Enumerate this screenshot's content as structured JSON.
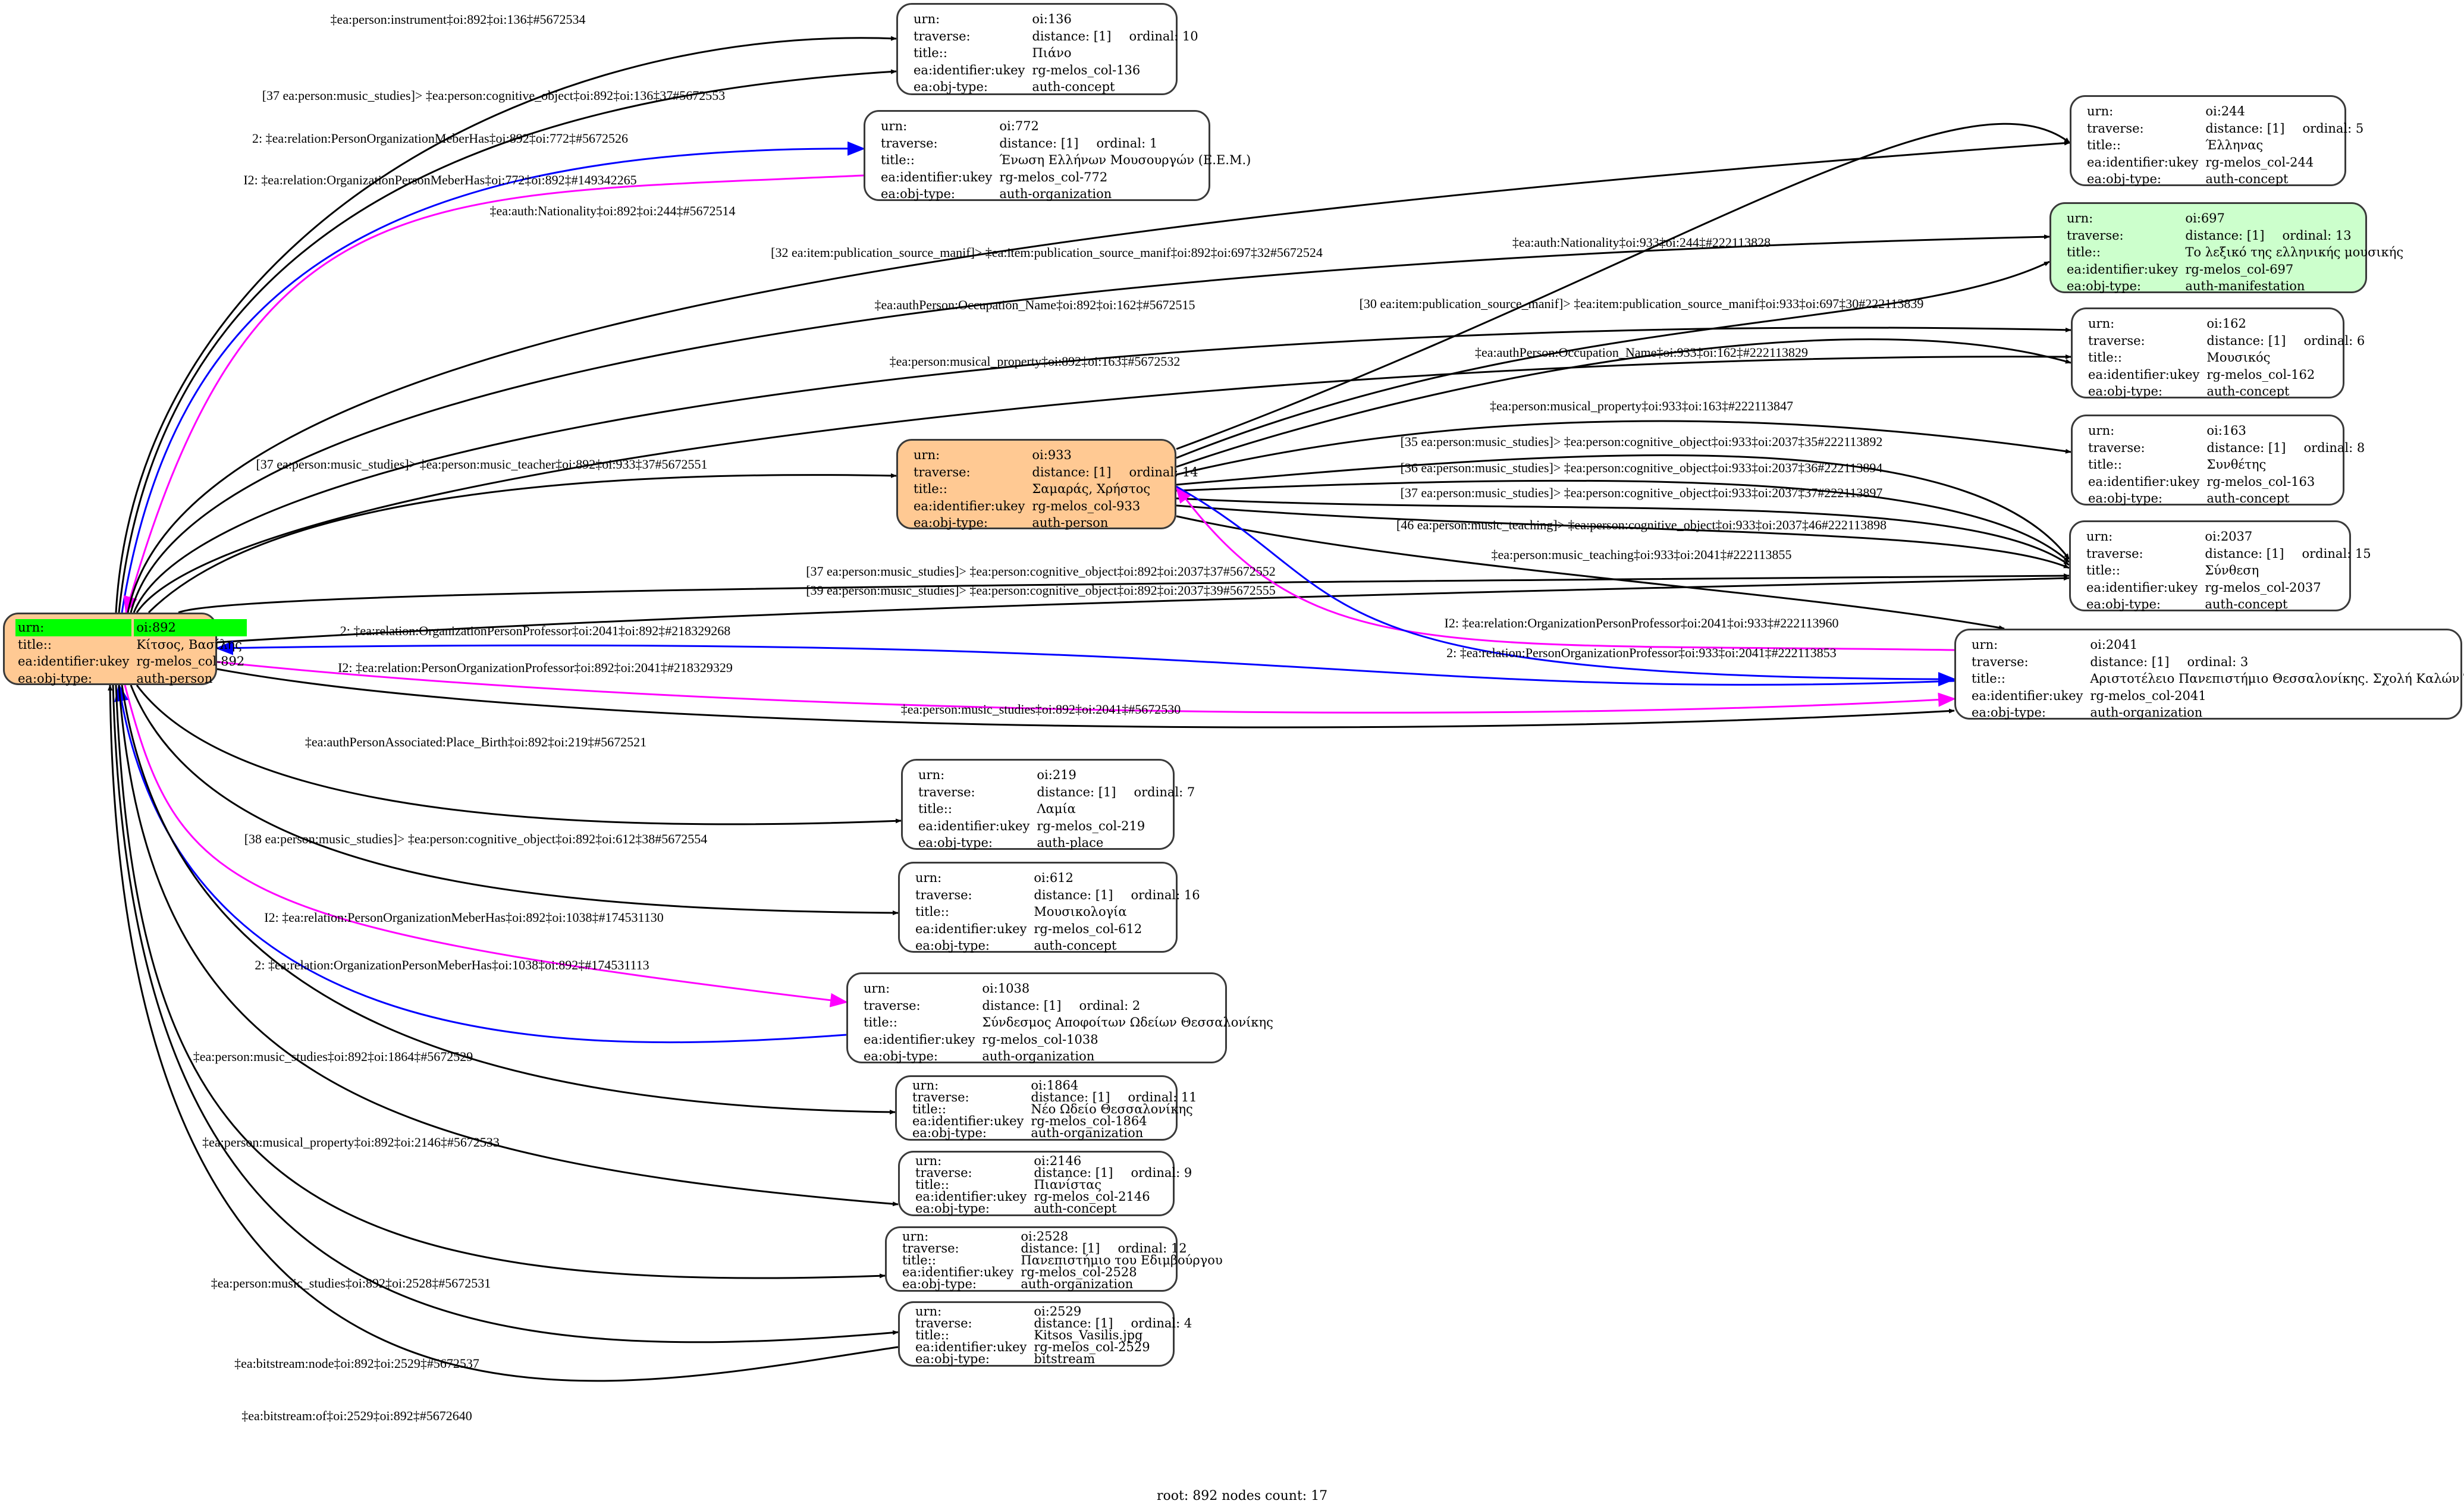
{
  "labels": {
    "urn": "urn:",
    "traverse": "traverse:",
    "title": "title::",
    "ukey": "ea:identifier:ukey",
    "objtype": "ea:obj-type:"
  },
  "colors": {
    "person_fill": "#ffc993",
    "manifestation_fill": "#ccffcc",
    "root_highlight": "#00ff00",
    "edge_default": "#000000",
    "edge_blue": "#0000ff",
    "edge_magenta": "#ff00ff"
  },
  "root_node": {
    "id": "892",
    "urn": "oi:892",
    "title": "Κίτσος, Βασίλης",
    "ukey": "rg-melos_col-892",
    "objtype": "auth-person"
  },
  "nodes": [
    {
      "id": "136",
      "urn": "oi:136",
      "distance": "distance: [1]",
      "ordinal": "ordinal: 10",
      "title": "Πιάνο",
      "ukey": "rg-melos_col-136",
      "objtype": "auth-concept",
      "kind": "plain"
    },
    {
      "id": "772",
      "urn": "oi:772",
      "distance": "distance: [1]",
      "ordinal": "ordinal: 1",
      "title": "Ένωση Ελλήνων Μουσουργών (Ε.Ε.Μ.)",
      "ukey": "rg-melos_col-772",
      "objtype": "auth-organization",
      "kind": "plain"
    },
    {
      "id": "244",
      "urn": "oi:244",
      "distance": "distance: [1]",
      "ordinal": "ordinal: 5",
      "title": "Έλληνας",
      "ukey": "rg-melos_col-244",
      "objtype": "auth-concept",
      "kind": "plain"
    },
    {
      "id": "697",
      "urn": "oi:697",
      "distance": "distance: [1]",
      "ordinal": "ordinal: 13",
      "title": "Το λεξικό της ελληνικής μουσικής",
      "ukey": "rg-melos_col-697",
      "objtype": "auth-manifestation",
      "kind": "manifest"
    },
    {
      "id": "162",
      "urn": "oi:162",
      "distance": "distance: [1]",
      "ordinal": "ordinal: 6",
      "title": "Μουσικός",
      "ukey": "rg-melos_col-162",
      "objtype": "auth-concept",
      "kind": "plain"
    },
    {
      "id": "163",
      "urn": "oi:163",
      "distance": "distance: [1]",
      "ordinal": "ordinal: 8",
      "title": "Συνθέτης",
      "ukey": "rg-melos_col-163",
      "objtype": "auth-concept",
      "kind": "plain"
    },
    {
      "id": "933",
      "urn": "oi:933",
      "distance": "distance: [1]",
      "ordinal": "ordinal: 14",
      "title": "Σαμαράς, Χρήστος",
      "ukey": "rg-melos_col-933",
      "objtype": "auth-person",
      "kind": "person"
    },
    {
      "id": "2037",
      "urn": "oi:2037",
      "distance": "distance: [1]",
      "ordinal": "ordinal: 15",
      "title": "Σύνθεση",
      "ukey": "rg-melos_col-2037",
      "objtype": "auth-concept",
      "kind": "plain"
    },
    {
      "id": "2041",
      "urn": "oi:2041",
      "distance": "distance: [1]",
      "ordinal": "ordinal: 3",
      "title": "Αριστοτέλειο Πανεπιστήμιο Θεσσαλονίκης. Σχολή Καλών Τεχνών...",
      "ukey": "rg-melos_col-2041",
      "objtype": "auth-organization",
      "kind": "plain"
    },
    {
      "id": "219",
      "urn": "oi:219",
      "distance": "distance: [1]",
      "ordinal": "ordinal: 7",
      "title": "Λαμία",
      "ukey": "rg-melos_col-219",
      "objtype": "auth-place",
      "kind": "plain"
    },
    {
      "id": "612",
      "urn": "oi:612",
      "distance": "distance: [1]",
      "ordinal": "ordinal: 16",
      "title": "Μουσικολογία",
      "ukey": "rg-melos_col-612",
      "objtype": "auth-concept",
      "kind": "plain"
    },
    {
      "id": "1038",
      "urn": "oi:1038",
      "distance": "distance: [1]",
      "ordinal": "ordinal: 2",
      "title": "Σύνδεσμος Αποφοίτων Ωδείων Θεσσαλονίκης",
      "ukey": "rg-melos_col-1038",
      "objtype": "auth-organization",
      "kind": "plain"
    },
    {
      "id": "1864",
      "urn": "oi:1864",
      "distance": "distance: [1]",
      "ordinal": "ordinal: 11",
      "title": "Νέο Ωδείο Θεσσαλονίκης",
      "ukey": "rg-melos_col-1864",
      "objtype": "auth-organization",
      "kind": "plain"
    },
    {
      "id": "2146",
      "urn": "oi:2146",
      "distance": "distance: [1]",
      "ordinal": "ordinal: 9",
      "title": "Πιανίστας",
      "ukey": "rg-melos_col-2146",
      "objtype": "auth-concept",
      "kind": "plain"
    },
    {
      "id": "2528",
      "urn": "oi:2528",
      "distance": "distance: [1]",
      "ordinal": "ordinal: 12",
      "title": "Πανεπιστήμιο του Εδιμβούργου",
      "ukey": "rg-melos_col-2528",
      "objtype": "auth-organization",
      "kind": "plain"
    },
    {
      "id": "2529",
      "urn": "oi:2529",
      "distance": "distance: [1]",
      "ordinal": "ordinal: 4",
      "title": "Kitsos_Vasilis.jpg",
      "ukey": "rg-melos_col-2529",
      "objtype": "bitstream",
      "kind": "plain"
    }
  ],
  "edges": [
    {
      "from": "892",
      "to": "136",
      "color": "black",
      "label": "‡ea:person:instrument‡oi:892‡oi:136‡#5672534"
    },
    {
      "from": "892",
      "to": "136",
      "color": "black",
      "label": "[37 ea:person:music_studies]> ‡ea:person:cognitive_object‡oi:892‡oi:136‡37#5672553"
    },
    {
      "from": "892",
      "to": "772",
      "color": "blue",
      "label": "2: ‡ea:relation:PersonOrganizationMeberHas‡oi:892‡oi:772‡#5672526"
    },
    {
      "from": "772",
      "to": "892",
      "color": "magenta",
      "label": "I2: ‡ea:relation:OrganizationPersonMeberHas‡oi:772‡oi:892‡#149342265"
    },
    {
      "from": "892",
      "to": "244",
      "color": "black",
      "label": "‡ea:auth:Nationality‡oi:892‡oi:244‡#5672514"
    },
    {
      "from": "892",
      "to": "697",
      "color": "black",
      "label": "[32 ea:item:publication_source_manif]> ‡ea:item:publication_source_manif‡oi:892‡oi:697‡32#5672524"
    },
    {
      "from": "892",
      "to": "162",
      "color": "black",
      "label": "‡ea:authPerson:Occupation_Name‡oi:892‡oi:162‡#5672515"
    },
    {
      "from": "892",
      "to": "163",
      "color": "black",
      "label": "‡ea:person:musical_property‡oi:892‡oi:163‡#5672532"
    },
    {
      "from": "892",
      "to": "933",
      "color": "black",
      "label": "[37 ea:person:music_studies]> ‡ea:person:music_teacher‡oi:892‡oi:933‡37#5672551"
    },
    {
      "from": "933",
      "to": "244",
      "color": "black",
      "label": "‡ea:auth:Nationality‡oi:933‡oi:244‡#222113828"
    },
    {
      "from": "933",
      "to": "697",
      "color": "black",
      "label": "[30 ea:item:publication_source_manif]> ‡ea:item:publication_source_manif‡oi:933‡oi:697‡30#222113839"
    },
    {
      "from": "933",
      "to": "162",
      "color": "black",
      "label": "‡ea:authPerson:Occupation_Name‡oi:933‡oi:162‡#222113829"
    },
    {
      "from": "933",
      "to": "163",
      "color": "black",
      "label": "‡ea:person:musical_property‡oi:933‡oi:163‡#222113847"
    },
    {
      "from": "933",
      "to": "2037",
      "color": "black",
      "label": "[35 ea:person:music_studies]> ‡ea:person:cognitive_object‡oi:933‡oi:2037‡35#222113892"
    },
    {
      "from": "933",
      "to": "2037",
      "color": "black",
      "label": "[36 ea:person:music_studies]> ‡ea:person:cognitive_object‡oi:933‡oi:2037‡36#222113894"
    },
    {
      "from": "933",
      "to": "2037",
      "color": "black",
      "label": "[37 ea:person:music_studies]> ‡ea:person:cognitive_object‡oi:933‡oi:2037‡37#222113897"
    },
    {
      "from": "933",
      "to": "2037",
      "color": "black",
      "label": "[46 ea:person:music_teaching]> ‡ea:person:cognitive_object‡oi:933‡oi:2037‡46#222113898"
    },
    {
      "from": "933",
      "to": "2041",
      "color": "black",
      "label": "‡ea:person:music_teaching‡oi:933‡oi:2041‡#222113855"
    },
    {
      "from": "892",
      "to": "2037",
      "color": "black",
      "label": "[37 ea:person:music_studies]> ‡ea:person:cognitive_object‡oi:892‡oi:2037‡37#5672552"
    },
    {
      "from": "892",
      "to": "2037",
      "color": "black",
      "label": "[39 ea:person:music_studies]> ‡ea:person:cognitive_object‡oi:892‡oi:2037‡39#5672555"
    },
    {
      "from": "2041",
      "to": "933",
      "color": "magenta",
      "label": "I2: ‡ea:relation:OrganizationPersonProfessor‡oi:2041‡oi:933‡#222113960"
    },
    {
      "from": "933",
      "to": "2041",
      "color": "blue",
      "label": "2: ‡ea:relation:PersonOrganizationProfessor‡oi:933‡oi:2041‡#222113853"
    },
    {
      "from": "2041",
      "to": "892",
      "color": "blue",
      "label": "2: ‡ea:relation:OrganizationPersonProfessor‡oi:2041‡oi:892‡#218329268"
    },
    {
      "from": "892",
      "to": "2041",
      "color": "magenta",
      "label": "I2: ‡ea:relation:PersonOrganizationProfessor‡oi:892‡oi:2041‡#218329329"
    },
    {
      "from": "892",
      "to": "2041",
      "color": "black",
      "label": "‡ea:person:music_studies‡oi:892‡oi:2041‡#5672530"
    },
    {
      "from": "892",
      "to": "219",
      "color": "black",
      "label": "‡ea:authPersonAssociated:Place_Birth‡oi:892‡oi:219‡#5672521"
    },
    {
      "from": "892",
      "to": "612",
      "color": "black",
      "label": "[38 ea:person:music_studies]> ‡ea:person:cognitive_object‡oi:892‡oi:612‡38#5672554"
    },
    {
      "from": "892",
      "to": "1038",
      "color": "magenta",
      "label": "I2: ‡ea:relation:PersonOrganizationMeberHas‡oi:892‡oi:1038‡#174531130"
    },
    {
      "from": "1038",
      "to": "892",
      "color": "blue",
      "label": "2: ‡ea:relation:OrganizationPersonMeberHas‡oi:1038‡oi:892‡#174531113"
    },
    {
      "from": "892",
      "to": "1864",
      "color": "black",
      "label": "‡ea:person:music_studies‡oi:892‡oi:1864‡#5672529"
    },
    {
      "from": "892",
      "to": "2146",
      "color": "black",
      "label": "‡ea:person:musical_property‡oi:892‡oi:2146‡#5672533"
    },
    {
      "from": "892",
      "to": "2528",
      "color": "black",
      "label": "‡ea:person:music_studies‡oi:892‡oi:2528‡#5672531"
    },
    {
      "from": "892",
      "to": "2529",
      "color": "black",
      "label": "‡ea:bitstream:node‡oi:892‡oi:2529‡#5672537"
    },
    {
      "from": "2529",
      "to": "892",
      "color": "black",
      "label": "‡ea:bitstream:of‡oi:2529‡oi:892‡#5672640"
    }
  ],
  "footer": "root: 892 nodes count: 17"
}
